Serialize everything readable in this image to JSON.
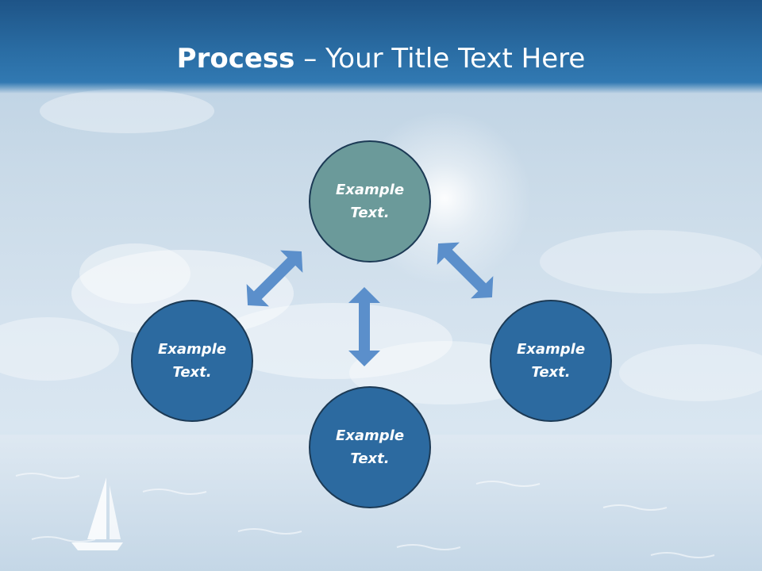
{
  "slide": {
    "title_bold": "Process",
    "title_dash": " – ",
    "title_rest": "Your Title Text Here"
  },
  "diagram": {
    "nodes": [
      {
        "id": "top",
        "label": "Example\nText.",
        "color": "#6b9a9a"
      },
      {
        "id": "left",
        "label": "Example\nText.",
        "color": "#2c6aa0"
      },
      {
        "id": "bottom",
        "label": "Example\nText.",
        "color": "#2c6aa0"
      },
      {
        "id": "right",
        "label": "Example\nText.",
        "color": "#2c6aa0"
      }
    ],
    "arrow_color": "#5b8fcb",
    "connectors": [
      {
        "from": "top",
        "to": "left",
        "type": "double-arrow"
      },
      {
        "from": "top",
        "to": "bottom",
        "type": "double-arrow"
      },
      {
        "from": "top",
        "to": "right",
        "type": "double-arrow"
      }
    ]
  },
  "background": {
    "theme": "sky-and-sea",
    "icons": [
      "cloud-icon",
      "sailboat-icon"
    ]
  }
}
